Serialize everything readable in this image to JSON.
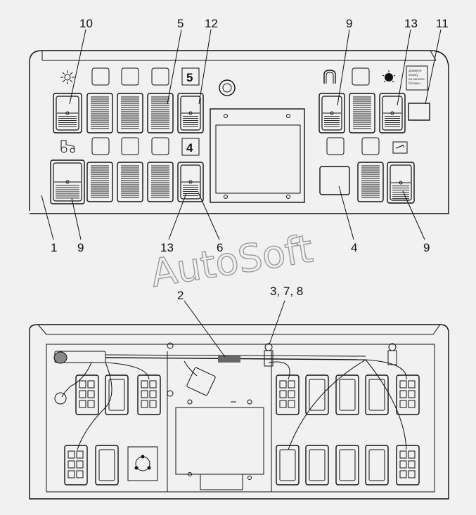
{
  "callouts_top": [
    {
      "id": "c10",
      "text": "10"
    },
    {
      "id": "c5",
      "text": "5"
    },
    {
      "id": "c12",
      "text": "12"
    },
    {
      "id": "c9a",
      "text": "9"
    },
    {
      "id": "c13a",
      "text": "13"
    },
    {
      "id": "c11",
      "text": "11"
    },
    {
      "id": "c1",
      "text": "1"
    },
    {
      "id": "c9b",
      "text": "9"
    },
    {
      "id": "c13b",
      "text": "13"
    },
    {
      "id": "c6",
      "text": "6"
    },
    {
      "id": "c4",
      "text": "4"
    },
    {
      "id": "c9c",
      "text": "9"
    }
  ],
  "callouts_bottom": [
    {
      "id": "c2",
      "text": "2"
    },
    {
      "id": "c378",
      "text": "3, 7, 8"
    }
  ],
  "panel_digits": {
    "upper": "5",
    "lower": "4"
  },
  "sticker_text": [
    "Дожмите",
    "кнопку",
    "на сигнале",
    "б/ссвеш"
  ],
  "watermark": "AutoSoft",
  "icons": [
    "sun-icon",
    "lamp-icon",
    "door-icon",
    "warning-lamp-icon",
    "tractor-icon",
    "key-icon"
  ],
  "colors": {
    "line": "#111111",
    "background": "#f1f1f1",
    "watermark": "#9a9a9a"
  }
}
